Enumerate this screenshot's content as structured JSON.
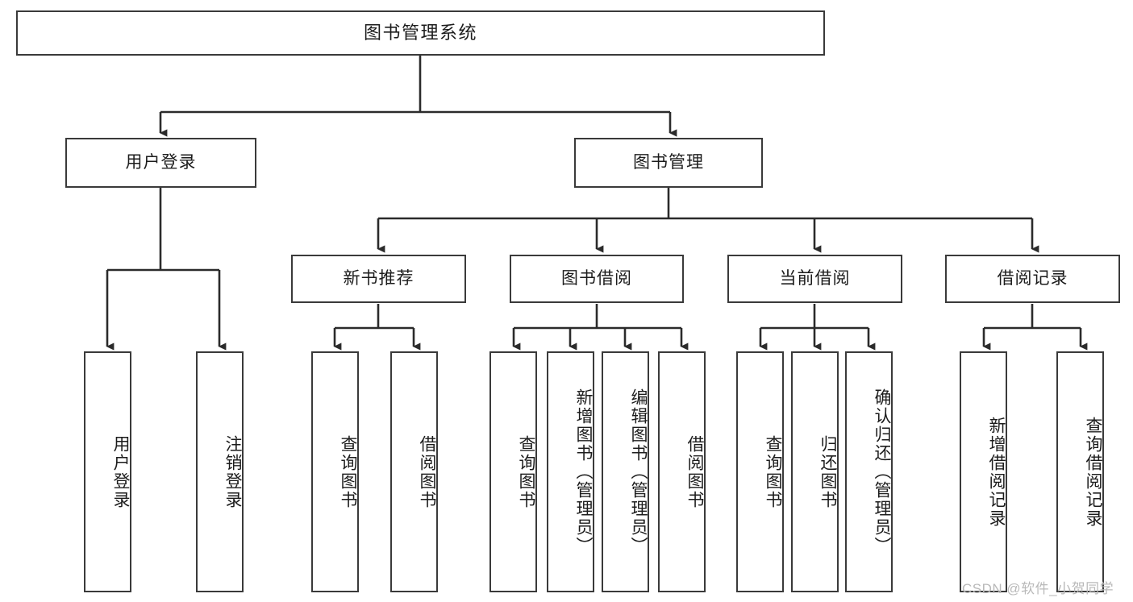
{
  "diagram": {
    "title": "图书管理系统",
    "type": "tree",
    "watermark": "CSDN @软件_小贺同学",
    "colors": {
      "border": "#3a3a3a",
      "background": "#ffffff",
      "text": "#1c1c1c",
      "watermark": "#b9b9b9"
    },
    "nodes": {
      "root": {
        "label": "图书管理系统"
      },
      "level2": [
        {
          "id": "user-login",
          "label": "用户登录"
        },
        {
          "id": "book-manage",
          "label": "图书管理"
        }
      ],
      "level3": [
        {
          "id": "new-book-recommend",
          "label": "新书推荐"
        },
        {
          "id": "book-borrow",
          "label": "图书借阅"
        },
        {
          "id": "current-borrow",
          "label": "当前借阅"
        },
        {
          "id": "borrow-record",
          "label": "借阅记录"
        }
      ],
      "leaves": [
        {
          "id": "leaf-user-login",
          "label": "用户登录",
          "parent": "user-login"
        },
        {
          "id": "leaf-logout-login",
          "label": "注销登录",
          "parent": "user-login"
        },
        {
          "id": "leaf-query-book-1",
          "label": "查询图书",
          "parent": "new-book-recommend"
        },
        {
          "id": "leaf-borrow-book-1",
          "label": "借阅图书",
          "parent": "new-book-recommend"
        },
        {
          "id": "leaf-query-book-2",
          "label": "查询图书",
          "parent": "book-borrow"
        },
        {
          "id": "leaf-add-book",
          "label": "新增图书（管理员）",
          "parent": "book-borrow"
        },
        {
          "id": "leaf-edit-book",
          "label": "编辑图书（管理员）",
          "parent": "book-borrow"
        },
        {
          "id": "leaf-borrow-book-2",
          "label": "借阅图书",
          "parent": "book-borrow"
        },
        {
          "id": "leaf-query-book-3",
          "label": "查询图书",
          "parent": "current-borrow"
        },
        {
          "id": "leaf-return-book",
          "label": "归还图书",
          "parent": "current-borrow"
        },
        {
          "id": "leaf-confirm-return",
          "label": "确认归还（管理员）",
          "parent": "current-borrow"
        },
        {
          "id": "leaf-add-record",
          "label": "新增借阅记录",
          "parent": "borrow-record"
        },
        {
          "id": "leaf-query-record",
          "label": "查询借阅记录",
          "parent": "borrow-record"
        }
      ]
    }
  }
}
